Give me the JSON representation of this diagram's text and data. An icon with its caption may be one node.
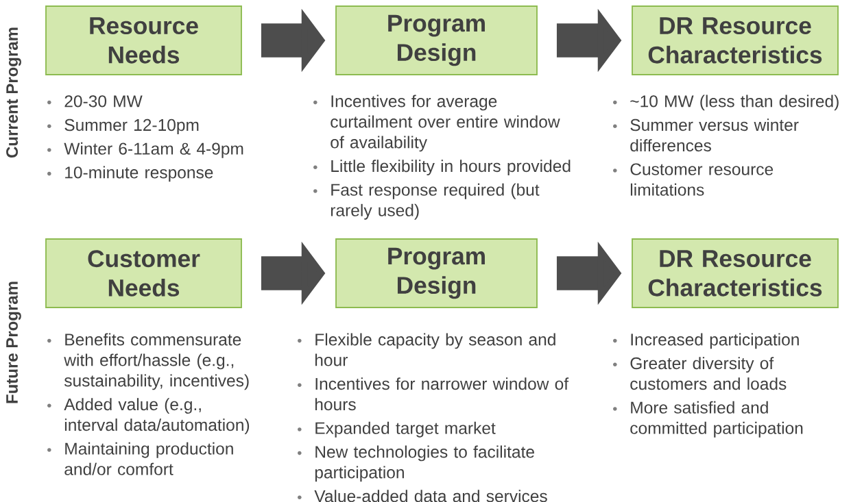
{
  "diagram": {
    "nodes": [
      {
        "text": [
          "Resource Needs"
        ],
        "beside": [
          "20-30 MW",
          "Summer 12-10pm",
          "Winter 6-11am & 4-9pm",
          "10-minute response"
        ]
      },
      {
        "text": [
          "Program Design"
        ],
        "beside": [
          "Incentives for average curtailment over entire window of availability",
          "Little flexibility in hours provided",
          "Fast response required (but rarely used)"
        ]
      },
      {
        "text": [
          "DR Resource Characteristics"
        ],
        "beside": [
          "~10 MW (less than desired)",
          "Summer versus winter differences",
          "Customer resource limitations"
        ]
      },
      {
        "text": [
          "Customer Needs"
        ],
        "beside": [
          "Benefits commensurate with effort/hassle (e.g., sustainability, incentives)",
          "Added value (e.g., interval data/automation)",
          "Maintaining production and/or comfort"
        ]
      },
      {
        "text": [
          "Program Design"
        ],
        "beside": [
          "Flexible capacity by season and hour",
          "Incentives for narrower window of hours",
          "Expanded target market",
          "New technologies to facilitate participation",
          "Value-added data and services"
        ]
      },
      {
        "text": [
          "DR Resource Characteristics"
        ],
        "beside": [
          "Increased participation",
          "Greater diversity of customers and loads",
          "More satisfied and committed participation"
        ]
      }
    ],
    "edges": [
      {
        "from": 0,
        "to": 1,
        "arrow": "to"
      },
      {
        "from": 1,
        "to": 2,
        "arrow": "to"
      },
      {
        "from": 3,
        "to": 4,
        "arrow": "to"
      },
      {
        "from": 4,
        "to": 5,
        "arrow": "to"
      }
    ],
    "labels": [
      "Current Program",
      "Future Program"
    ]
  }
}
